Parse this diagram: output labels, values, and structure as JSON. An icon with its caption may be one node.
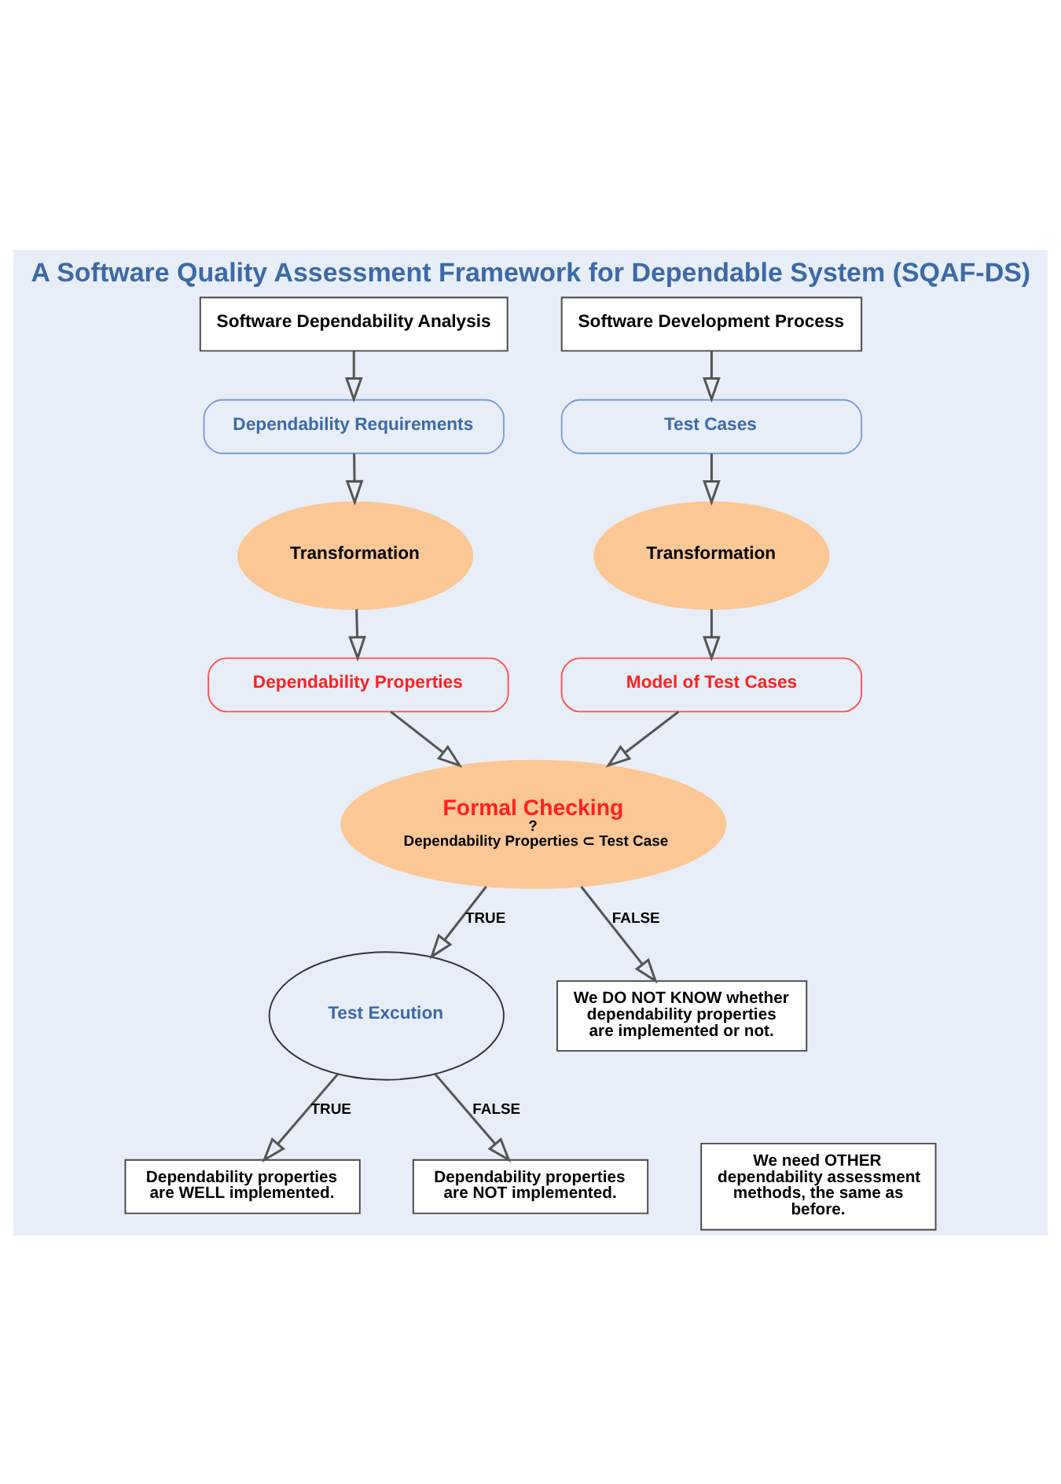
{
  "diagram": {
    "title": "A Software Quality Assessment Framework for Dependable System (SQAF-DS)",
    "nodes": [
      {
        "text": [
          "Software Dependability Analysis"
        ]
      },
      {
        "text": [
          "Software Development Process"
        ]
      },
      {
        "text": [
          "Dependability Requirements"
        ]
      },
      {
        "text": [
          "Test Cases"
        ]
      },
      {
        "text": [
          "Transformation"
        ]
      },
      {
        "text": [
          "Transformation"
        ]
      },
      {
        "text": [
          "Dependability Properties"
        ]
      },
      {
        "text": [
          "Model of Test Cases"
        ]
      },
      {
        "text": [
          "Formal Checking",
          "?",
          "Dependability Properties ⊂ Test Case"
        ]
      },
      {
        "text": [
          "Test Excution"
        ]
      },
      {
        "text": [
          "We DO NOT KNOW whether dependability properties are implemented or not."
        ]
      },
      {
        "text": [
          "Dependability properties are WELL implemented."
        ]
      },
      {
        "text": [
          "Dependability properties are NOT implemented."
        ]
      },
      {
        "text": [
          "We need OTHER dependability assessment methods, the same as before."
        ]
      }
    ],
    "edges": [
      {
        "from": 0,
        "to": 2,
        "arrow": "to"
      },
      {
        "from": 1,
        "to": 3,
        "arrow": "to"
      },
      {
        "from": 2,
        "to": 4,
        "arrow": "to"
      },
      {
        "from": 3,
        "to": 5,
        "arrow": "to"
      },
      {
        "from": 4,
        "to": 6,
        "arrow": "to"
      },
      {
        "from": 5,
        "to": 7,
        "arrow": "to"
      },
      {
        "from": 6,
        "to": 8,
        "arrow": "to"
      },
      {
        "from": 7,
        "to": 8,
        "arrow": "to"
      },
      {
        "from": 8,
        "to": 9,
        "arrow": "to",
        "label": "TRUE"
      },
      {
        "from": 8,
        "to": 10,
        "arrow": "to",
        "label": "FALSE"
      },
      {
        "from": 9,
        "to": 11,
        "arrow": "to",
        "label": "TRUE"
      },
      {
        "from": 9,
        "to": 12,
        "arrow": "to",
        "label": "FALSE"
      }
    ]
  }
}
